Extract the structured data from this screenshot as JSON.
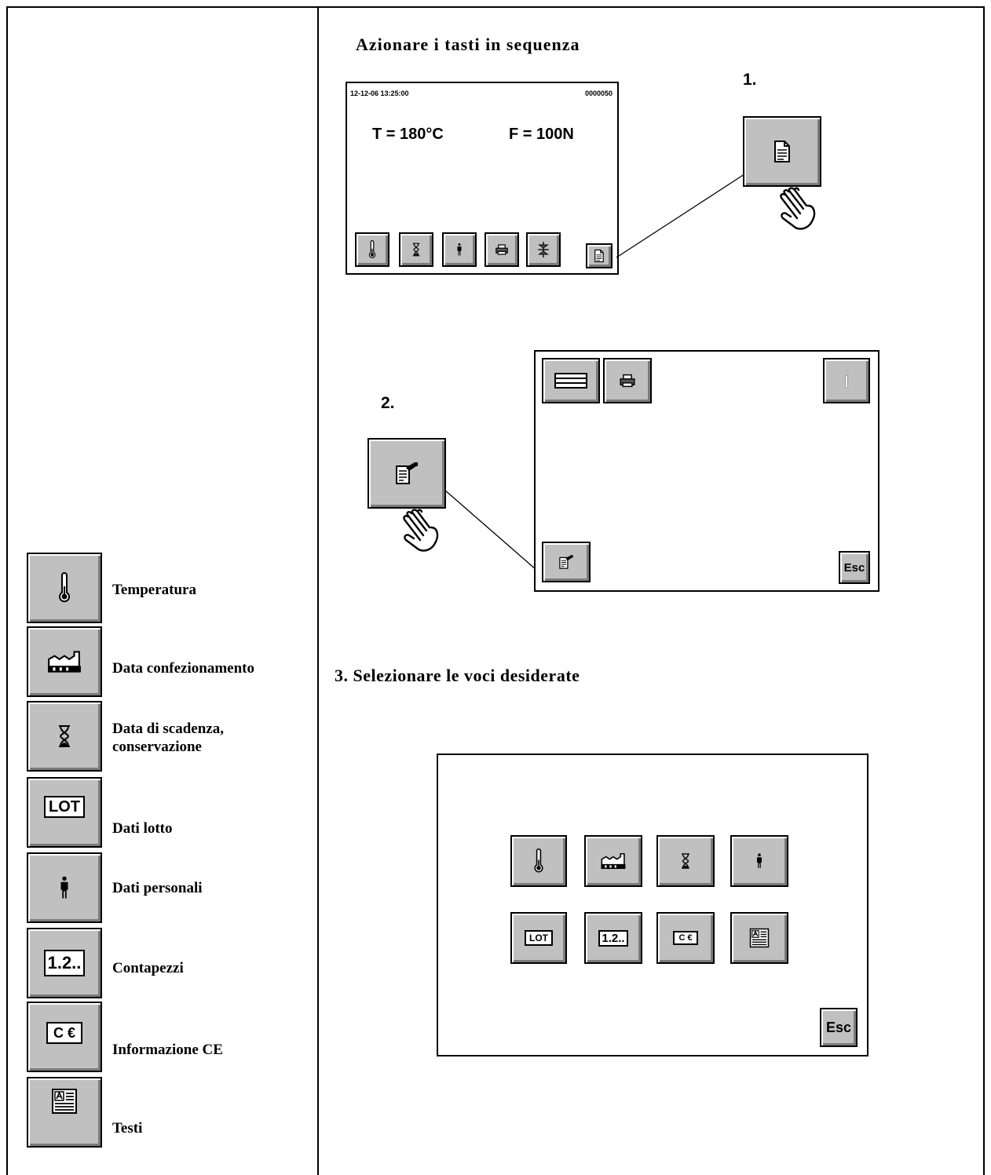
{
  "instruction_heading": "Azionare i tasti in sequenza",
  "step1": {
    "number": "1.",
    "screen": {
      "datetime": "12-12-06 13:25:00",
      "counter": "0000050",
      "temperature": "T = 180°C",
      "force": "F = 100N"
    }
  },
  "step2": {
    "number": "2.",
    "esc_label": "Esc",
    "info_label": "i"
  },
  "step3": {
    "heading": "3. Selezionare le voci desiderate",
    "esc_label": "Esc"
  },
  "legend": [
    {
      "icon": "thermometer-icon",
      "label": "Temperatura"
    },
    {
      "icon": "factory-icon",
      "label": "Data confezionamento"
    },
    {
      "icon": "hourglass-icon",
      "label": "Data di scadenza,",
      "label2": "conservazione"
    },
    {
      "icon": "lot-icon",
      "label": "Dati lotto",
      "icon_text": "LOT"
    },
    {
      "icon": "person-icon",
      "label": "Dati personali"
    },
    {
      "icon": "counter-icon",
      "label": "Contapezzi",
      "icon_text": "1.2.."
    },
    {
      "icon": "ce-icon",
      "label": "Informazione CE",
      "icon_text": "C €"
    },
    {
      "icon": "text-icon",
      "label": "Testi",
      "icon_text": "A"
    }
  ]
}
